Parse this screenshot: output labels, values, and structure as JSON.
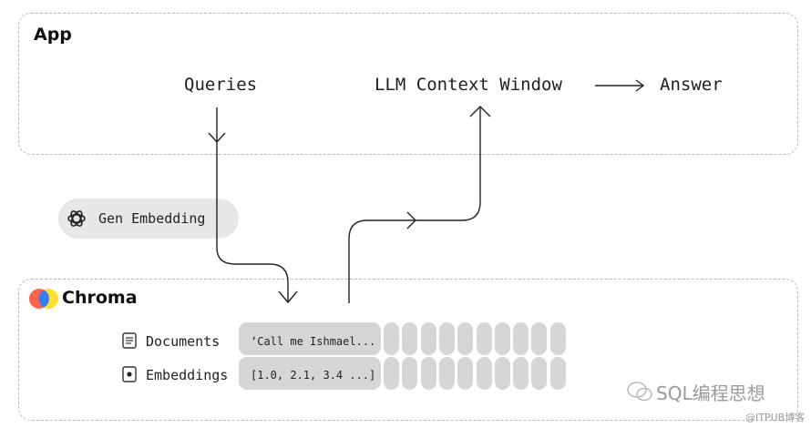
{
  "app": {
    "title": "App"
  },
  "flow": {
    "queries": "Queries",
    "context_window": "LLM Context Window",
    "answer": "Answer"
  },
  "embedding_step": {
    "label": "Gen Embedding",
    "icon": "openai-icon"
  },
  "chroma": {
    "title": "Chroma",
    "logo_colors": [
      "#ff6446",
      "#ffde2d",
      "#327eff"
    ],
    "rows": [
      {
        "label": "Documents",
        "icon": "document-icon",
        "value": "‘Call me Ishmael..."
      },
      {
        "label": "Embeddings",
        "icon": "embedding-icon",
        "value": "[1.0, 2.1, 3.4 ...]"
      }
    ]
  },
  "watermark": {
    "text": "SQL编程思想",
    "subtext": "@ITPUB博客"
  }
}
